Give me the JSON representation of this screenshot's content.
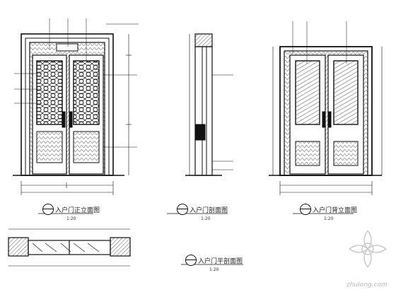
{
  "drawing": {
    "views": [
      {
        "id": "front-elevation",
        "title": "入户门正立面图",
        "scale": "1:20"
      },
      {
        "id": "section",
        "title": "入户门剖面图",
        "scale": "1:20"
      },
      {
        "id": "back-elevation",
        "title": "入户门背立面图",
        "scale": "1:20"
      },
      {
        "id": "plan-section",
        "title": "入户门平剖面图",
        "scale": "1:20"
      }
    ]
  },
  "watermark": "zhulong.com",
  "colors": {
    "line": "#111111",
    "paper": "#ffffff"
  }
}
